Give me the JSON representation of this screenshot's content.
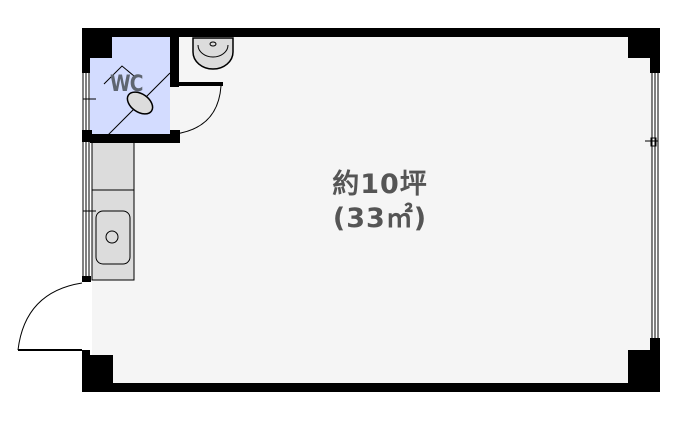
{
  "floorplan": {
    "room": {
      "size_label": "約10坪",
      "area_label": "(33㎡)",
      "floor_color": "#f5f5f5"
    },
    "wc": {
      "label": "WC",
      "fill_color": "#d3dcff"
    },
    "kitchen": {
      "fill_color": "#dcdcdc"
    },
    "colors": {
      "wall": "#000000",
      "text": "#555555",
      "background": "#ffffff"
    },
    "fixtures": [
      {
        "name": "toilet",
        "location": "wc"
      },
      {
        "name": "wash-basin",
        "location": "top-left of main room"
      },
      {
        "name": "kitchen-sink",
        "location": "left wall"
      },
      {
        "name": "entrance-door",
        "location": "bottom-left"
      },
      {
        "name": "wc-door",
        "location": "wc right side"
      },
      {
        "name": "windows",
        "location": "left and right walls"
      }
    ]
  }
}
